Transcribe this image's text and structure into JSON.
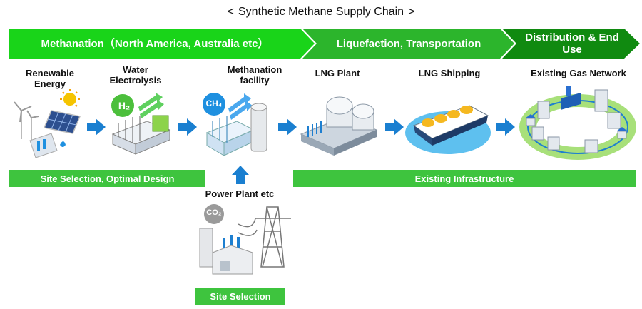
{
  "title": {
    "text": "Synthetic Methane Supply Chain",
    "left_bracket": "<",
    "right_bracket": ">"
  },
  "banners": [
    {
      "label": "Methanation（North America, Australia etc）",
      "color": "#19d419"
    },
    {
      "label": "Liquefaction, Transportation",
      "color": "#2cb52c"
    },
    {
      "label": "Distribution & End Use",
      "color": "#108a10"
    }
  ],
  "stages": {
    "renewable": "Renewable Energy",
    "electrolysis": "Water Electrolysis",
    "methanation": "Methanation facility",
    "lng_plant": "LNG Plant",
    "lng_shipping": "LNG Shipping",
    "gas_network": "Existing Gas Network",
    "power_plant": "Power Plant etc"
  },
  "chemicals": {
    "h2": "H₂",
    "ch4": "CH₄",
    "co2": "CO₂"
  },
  "bars": {
    "site_selection_design": "Site Selection, Optimal Design",
    "existing_infrastructure": "Existing Infrastructure",
    "site_selection": "Site Selection"
  },
  "colors": {
    "arrow_blue": "#1a7fd0",
    "bar_green": "#3ec43e",
    "h2_green": "#4cbf3c",
    "ch4_blue": "#1e90e0",
    "co2_gray": "#9a9a9a"
  }
}
